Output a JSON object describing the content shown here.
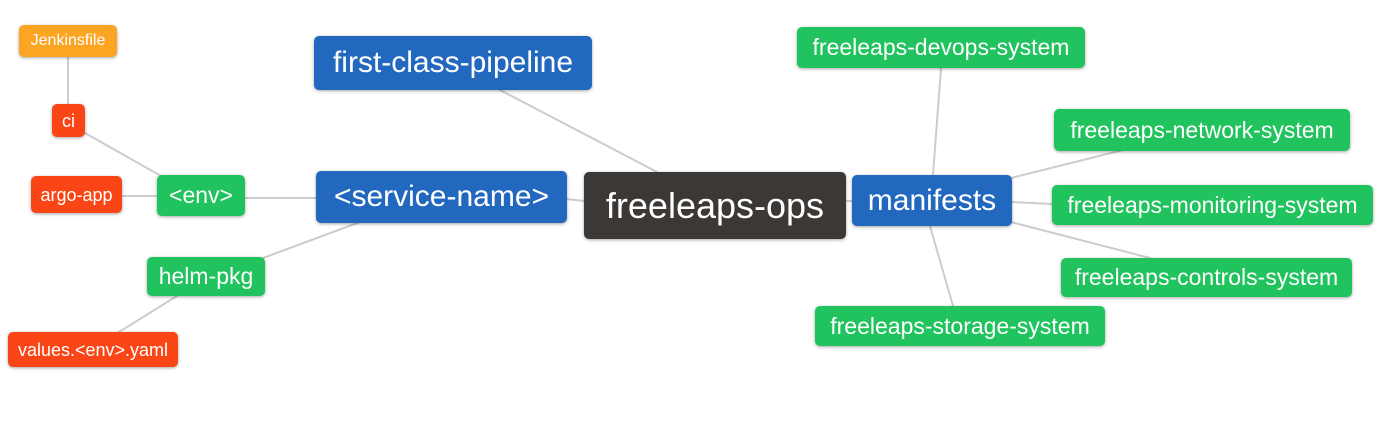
{
  "diagram": {
    "type": "mindmap",
    "background_color": "#ffffff",
    "edge_color": "#cccccc",
    "text_color": "#ffffff",
    "palette": {
      "root": "#3b3835",
      "branch": "#2268be",
      "leaf": "#21c35e",
      "sub_leaf": "#fa4616",
      "deep_leaf": "#fba522"
    },
    "nodes": [
      {
        "id": "freeleaps-ops",
        "label": "freeleaps-ops",
        "role": "root"
      },
      {
        "id": "first-class-pipeline",
        "label": "first-class-pipeline",
        "role": "branch"
      },
      {
        "id": "service-name",
        "label": "<service-name>",
        "role": "branch"
      },
      {
        "id": "manifests",
        "label": "manifests",
        "role": "branch"
      },
      {
        "id": "env",
        "label": "<env>",
        "role": "leaf"
      },
      {
        "id": "helm-pkg",
        "label": "helm-pkg",
        "role": "leaf"
      },
      {
        "id": "freeleaps-devops-system",
        "label": "freeleaps-devops-system",
        "role": "leaf"
      },
      {
        "id": "freeleaps-network-system",
        "label": "freeleaps-network-system",
        "role": "leaf"
      },
      {
        "id": "freeleaps-monitoring-system",
        "label": "freeleaps-monitoring-system",
        "role": "leaf"
      },
      {
        "id": "freeleaps-controls-system",
        "label": "freeleaps-controls-system",
        "role": "leaf"
      },
      {
        "id": "freeleaps-storage-system",
        "label": "freeleaps-storage-system",
        "role": "leaf"
      },
      {
        "id": "ci",
        "label": "ci",
        "role": "sub_leaf"
      },
      {
        "id": "argo-app",
        "label": "argo-app",
        "role": "sub_leaf"
      },
      {
        "id": "values-env-yaml",
        "label": "values.<env>.yaml",
        "role": "sub_leaf"
      },
      {
        "id": "jenkinsfile",
        "label": "Jenkinsfile",
        "role": "deep_leaf"
      }
    ],
    "edges": [
      {
        "from": "jenkinsfile",
        "to": "ci"
      },
      {
        "from": "ci",
        "to": "env"
      },
      {
        "from": "argo-app",
        "to": "env"
      },
      {
        "from": "env",
        "to": "service-name"
      },
      {
        "from": "helm-pkg",
        "to": "service-name"
      },
      {
        "from": "values-env-yaml",
        "to": "helm-pkg"
      },
      {
        "from": "first-class-pipeline",
        "to": "freeleaps-ops"
      },
      {
        "from": "service-name",
        "to": "freeleaps-ops"
      },
      {
        "from": "freeleaps-ops",
        "to": "manifests"
      },
      {
        "from": "manifests",
        "to": "freeleaps-devops-system"
      },
      {
        "from": "manifests",
        "to": "freeleaps-network-system"
      },
      {
        "from": "manifests",
        "to": "freeleaps-monitoring-system"
      },
      {
        "from": "manifests",
        "to": "freeleaps-controls-system"
      },
      {
        "from": "manifests",
        "to": "freeleaps-storage-system"
      }
    ]
  }
}
